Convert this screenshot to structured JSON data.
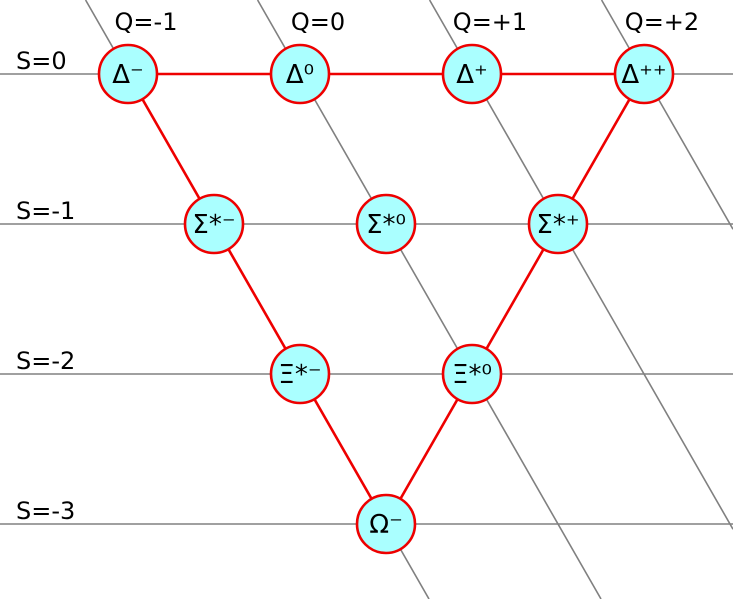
{
  "charge_labels": [
    "Q=-1",
    "Q=0",
    "Q=+1",
    "Q=+2"
  ],
  "strangeness_labels": [
    "S=0",
    "S=-1",
    "S=-2",
    "S=-3"
  ],
  "particles": [
    {
      "id": "delta-minus",
      "name": "Δ⁻",
      "q": -1,
      "s": 0
    },
    {
      "id": "delta-zero",
      "name": "Δ⁰",
      "q": 0,
      "s": 0
    },
    {
      "id": "delta-plus",
      "name": "Δ⁺",
      "q": 1,
      "s": 0
    },
    {
      "id": "delta-plusplus",
      "name": "Δ⁺⁺",
      "q": 2,
      "s": 0
    },
    {
      "id": "sigma-star-minus",
      "name": "Σ*⁻",
      "q": -1,
      "s": -1
    },
    {
      "id": "sigma-star-zero",
      "name": "Σ*⁰",
      "q": 0,
      "s": -1
    },
    {
      "id": "sigma-star-plus",
      "name": "Σ*⁺",
      "q": 1,
      "s": -1
    },
    {
      "id": "xi-star-minus",
      "name": "Ξ*⁻",
      "q": -1,
      "s": -2
    },
    {
      "id": "xi-star-zero",
      "name": "Ξ*⁰",
      "q": 0,
      "s": -2
    },
    {
      "id": "omega-minus",
      "name": "Ω⁻",
      "q": -1,
      "s": -3
    }
  ],
  "outline": [
    "delta-minus",
    "delta-plusplus",
    "omega-minus"
  ],
  "colors": {
    "grid": "#808080",
    "outline": "#ee0000",
    "node_fill": "#aaffff",
    "node_stroke": "#ee0000"
  }
}
